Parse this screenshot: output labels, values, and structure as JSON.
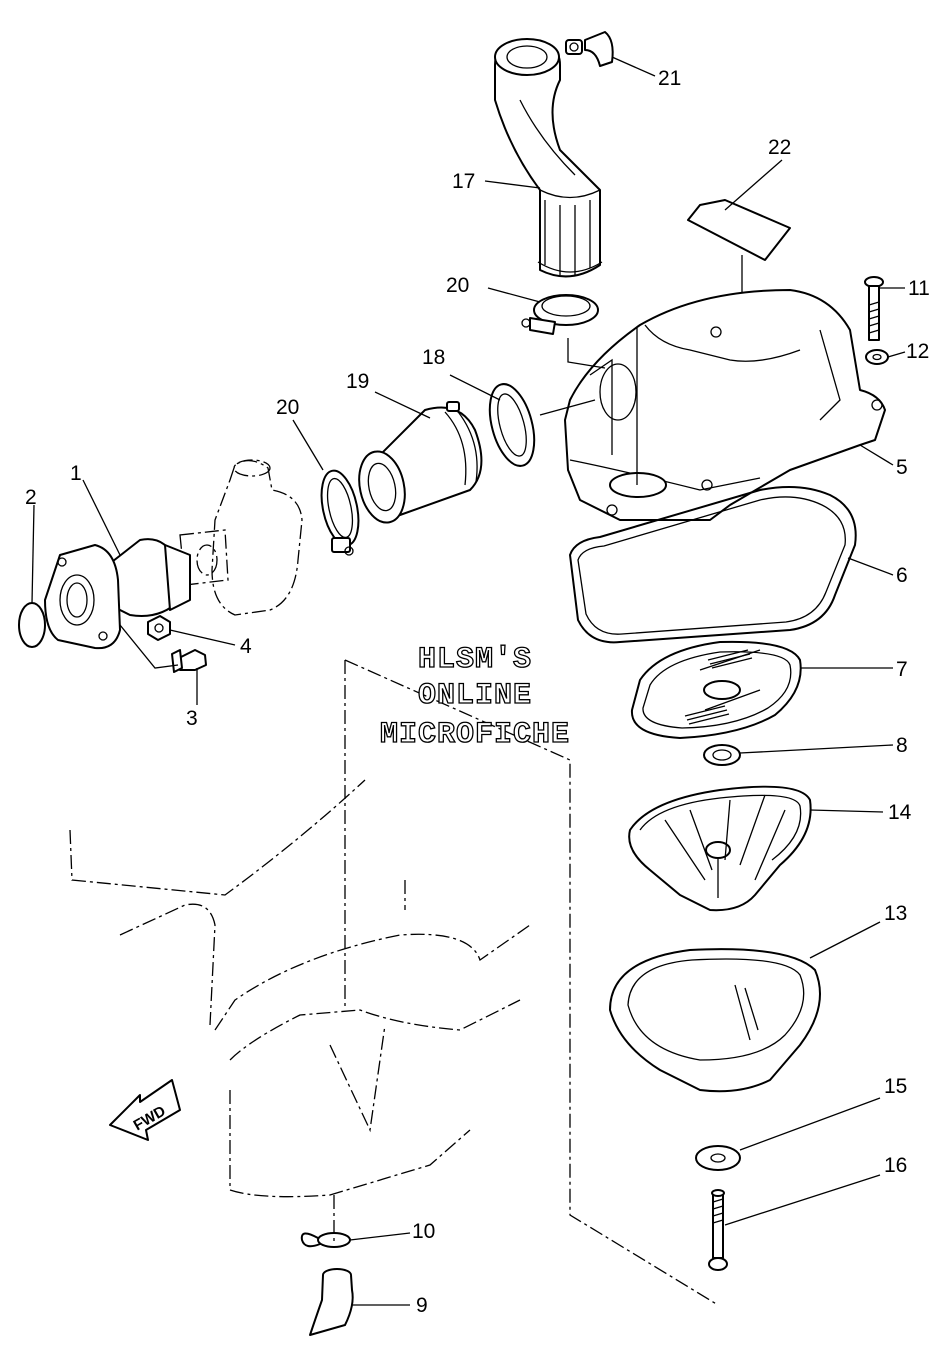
{
  "watermark": {
    "line1": "HLSM'S",
    "line2": "ONLINE",
    "line3": "MICROFICHE"
  },
  "fwd_label": "FWD",
  "callouts": [
    {
      "id": "c1",
      "label": "1"
    },
    {
      "id": "c2",
      "label": "2"
    },
    {
      "id": "c3",
      "label": "3"
    },
    {
      "id": "c4",
      "label": "4"
    },
    {
      "id": "c5",
      "label": "5"
    },
    {
      "id": "c6",
      "label": "6"
    },
    {
      "id": "c7",
      "label": "7"
    },
    {
      "id": "c8",
      "label": "8"
    },
    {
      "id": "c9",
      "label": "9"
    },
    {
      "id": "c10",
      "label": "10"
    },
    {
      "id": "c11",
      "label": "11"
    },
    {
      "id": "c12",
      "label": "12"
    },
    {
      "id": "c13",
      "label": "13"
    },
    {
      "id": "c14",
      "label": "14"
    },
    {
      "id": "c15",
      "label": "15"
    },
    {
      "id": "c16",
      "label": "16"
    },
    {
      "id": "c17",
      "label": "17"
    },
    {
      "id": "c18",
      "label": "18"
    },
    {
      "id": "c19",
      "label": "19"
    },
    {
      "id": "c20a",
      "label": "20"
    },
    {
      "id": "c20b",
      "label": "20"
    },
    {
      "id": "c21",
      "label": "21"
    },
    {
      "id": "c22",
      "label": "22"
    }
  ]
}
